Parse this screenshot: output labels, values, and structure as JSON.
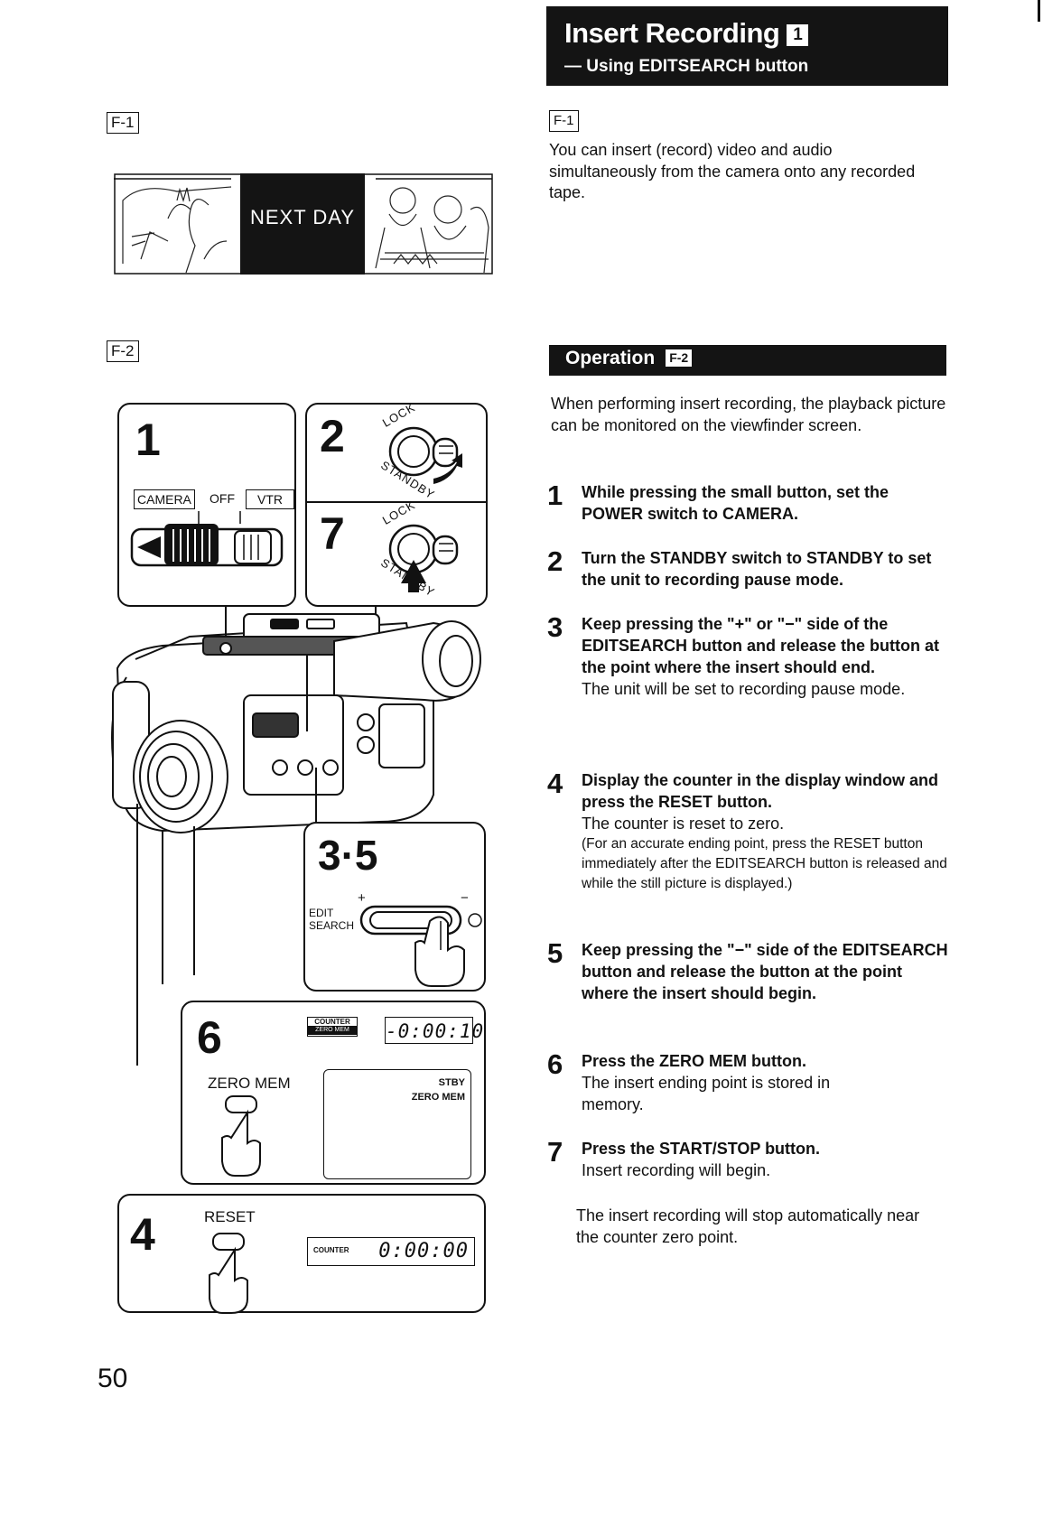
{
  "header": {
    "title": "Insert Recording",
    "title_mark": "1",
    "subtitle": "— Using EDITSEARCH button"
  },
  "left": {
    "fig1_tag": "F-1",
    "banner_text": "NEXT DAY",
    "fig2_tag": "F-2",
    "panel1": {
      "num": "1",
      "camera_label": "CAMERA",
      "off_label": "OFF",
      "vtr_label": "VTR"
    },
    "panel2": {
      "num": "2",
      "lock_label": "LOCK",
      "standby_label": "STANDBY"
    },
    "panel7": {
      "num": "7",
      "lock_label": "LOCK",
      "standby_label": "STANDBY"
    },
    "panel35": {
      "num": "3·5",
      "edit_label": "EDIT",
      "search_label": "SEARCH",
      "plus": "+",
      "minus": "−"
    },
    "panel6": {
      "num": "6",
      "counter_label": "COUNTER",
      "zero_mem_badge": "ZERO MEM",
      "readout": "-0:00:10",
      "button_label": "ZERO MEM",
      "stby": "STBY",
      "zero_mem_display": "ZERO MEM"
    },
    "panel4": {
      "num": "4",
      "button_label": "RESET",
      "counter_label": "COUNTER",
      "readout": "0:00:00"
    },
    "page_number": "50"
  },
  "right": {
    "fig_ref": "F-1",
    "intro": "You can insert (record) video and audio simultaneously from the camera onto any recorded tape.",
    "operation_label": "Operation",
    "operation_ref": "F-2",
    "operation_intro": "When performing insert recording, the playback picture can be monitored on the viewfinder screen.",
    "steps": [
      {
        "n": "1",
        "head": "While pressing the small button, set the POWER switch to CAMERA."
      },
      {
        "n": "2",
        "head": "Turn the STANDBY switch to STANDBY to set the unit to recording pause mode."
      },
      {
        "n": "3",
        "head": "Keep pressing the \"+\" or \"−\" side of the EDITSEARCH button and release the button at the point where the insert should end.",
        "body": "The unit will be set to recording pause mode."
      },
      {
        "n": "4",
        "head": "Display the counter in the display window and press the RESET button.",
        "body": "The counter is reset to zero.",
        "small": "(For an accurate ending point, press the RESET button immediately after the EDITSEARCH button is released and while the still picture is displayed.)"
      },
      {
        "n": "5",
        "head": "Keep pressing the \"−\" side of the EDITSEARCH button and release the button at the point where the insert should begin."
      },
      {
        "n": "6",
        "head": "Press the ZERO MEM button.",
        "body": "The insert ending point is stored in memory."
      },
      {
        "n": "7",
        "head": "Press the START/STOP button.",
        "body": "Insert recording will begin."
      }
    ],
    "closing": "The insert recording will stop automatically near the counter zero point."
  },
  "colors": {
    "ink": "#111111",
    "bar": "#141414",
    "paper": "#ffffff"
  }
}
